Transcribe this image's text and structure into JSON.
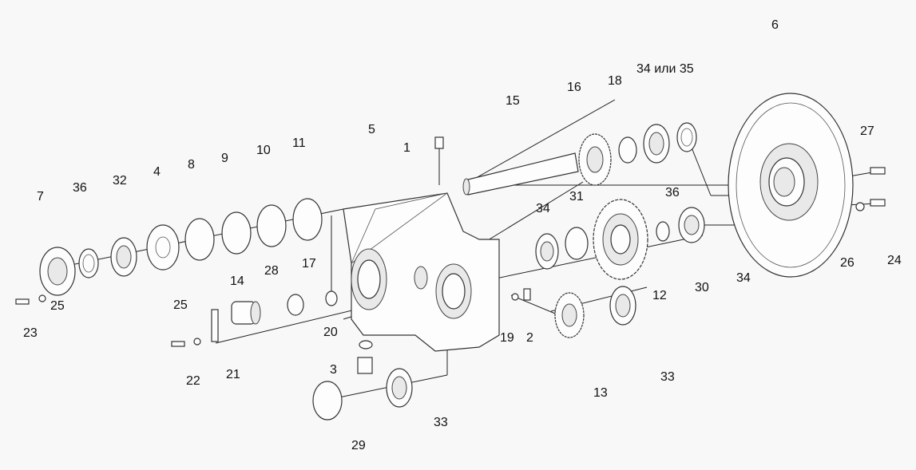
{
  "labels": {
    "l1": "1",
    "l2": "2",
    "l3": "3",
    "l4": "4",
    "l5": "5",
    "l6": "6",
    "l7": "7",
    "l8": "8",
    "l9": "9",
    "l10": "10",
    "l11": "11",
    "l12": "12",
    "l13": "13",
    "l14": "14",
    "l15": "15",
    "l16": "16",
    "l17": "17",
    "l18": "18",
    "l19": "19",
    "l20": "20",
    "l21": "21",
    "l22": "22",
    "l23": "23",
    "l24": "24",
    "l25a": "25",
    "l25b": "25",
    "l26": "26",
    "l27": "27",
    "l28": "28",
    "l29": "29",
    "l30": "30",
    "l31": "31",
    "l32": "32",
    "l33a": "33",
    "l33b": "33",
    "l34a": "34",
    "l34b": "34",
    "l3435": "34 или 35",
    "l36a": "36",
    "l36b": "36"
  }
}
